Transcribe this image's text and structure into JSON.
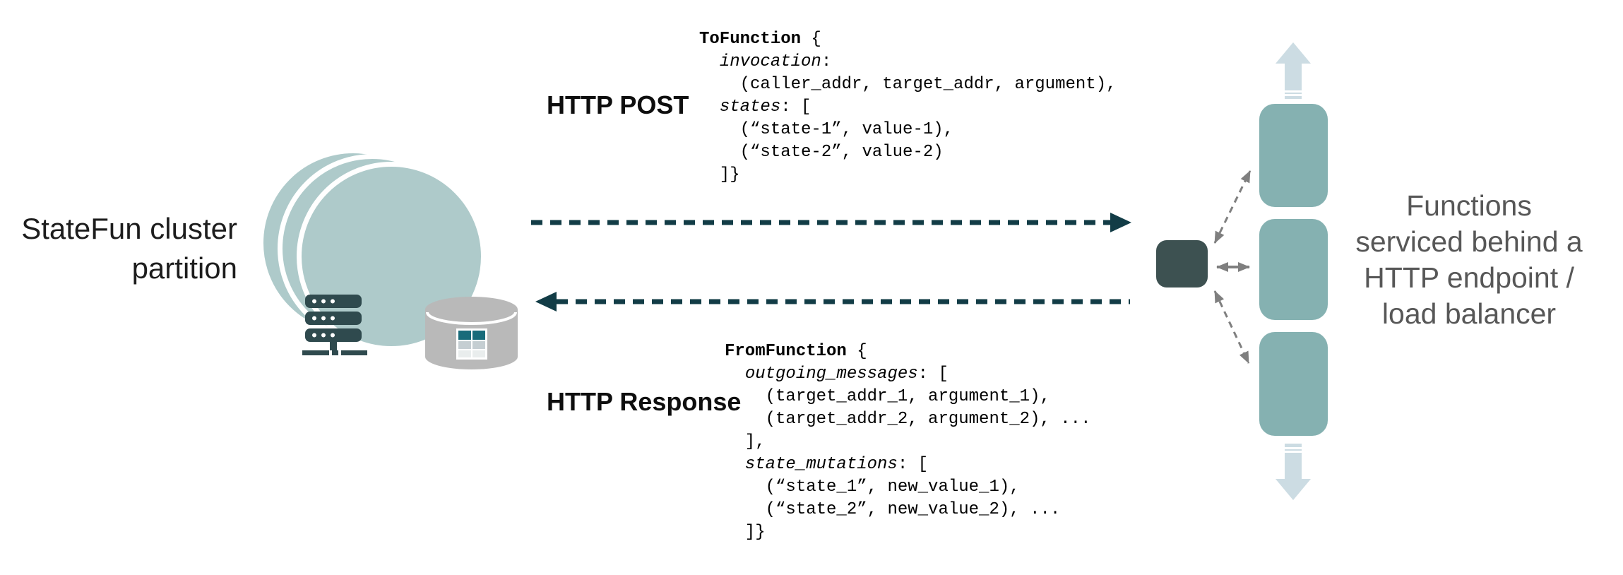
{
  "left_cluster": {
    "label_lines": [
      "StateFun cluster",
      "partition"
    ],
    "icons": [
      "stacked-circles-icon",
      "server-rack-icon",
      "database-cylinder-icon"
    ]
  },
  "http_post": {
    "label": "HTTP POST"
  },
  "http_response": {
    "label": "HTTP Response"
  },
  "to_function_code": {
    "lines": [
      [
        {
          "t": "ToFunction",
          "b": true
        },
        {
          "t": " {"
        }
      ],
      [
        {
          "t": "  "
        },
        {
          "t": "invocation",
          "i": true
        },
        {
          "t": ":"
        }
      ],
      [
        {
          "t": "    (caller_addr, target_addr, argument),"
        }
      ],
      [
        {
          "t": "  "
        },
        {
          "t": "states",
          "i": true
        },
        {
          "t": ": ["
        }
      ],
      [
        {
          "t": "    (“state-1”, value-1),"
        }
      ],
      [
        {
          "t": "    (“state-2”, value-2)"
        }
      ],
      [
        {
          "t": "  ]}"
        }
      ]
    ]
  },
  "from_function_code": {
    "lines": [
      [
        {
          "t": "FromFunction",
          "b": true
        },
        {
          "t": " {"
        }
      ],
      [
        {
          "t": "  "
        },
        {
          "t": "outgoing_messages",
          "i": true
        },
        {
          "t": ": ["
        }
      ],
      [
        {
          "t": "    (target_addr_1, argument_1),"
        }
      ],
      [
        {
          "t": "    (target_addr_2, argument_2), ..."
        }
      ],
      [
        {
          "t": "  ],"
        }
      ],
      [
        {
          "t": "  "
        },
        {
          "t": "state_mutations",
          "i": true
        },
        {
          "t": ": ["
        }
      ],
      [
        {
          "t": "    (“state_1”, new_value_1),"
        }
      ],
      [
        {
          "t": "    (“state_2”, new_value_2), ..."
        }
      ],
      [
        {
          "t": "  ]}"
        }
      ]
    ]
  },
  "functions_label": {
    "lines": [
      "Functions",
      "serviced behind a",
      "HTTP endpoint /",
      "load balancer"
    ],
    "icons": [
      "load-balancer-node",
      "function-box",
      "flow-up-arrow-icon",
      "flow-down-arrow-icon"
    ]
  },
  "colors": {
    "circle_fill": "#aecaca",
    "function_box": "#85b1b1",
    "load_balancer": "#3d5151",
    "server_icon": "#2f4a4e",
    "database_gray": "#b9b9b9",
    "table_header_teal": "#186b7a",
    "table_row_mid": "#c5ced2",
    "table_row_light": "#e9eded",
    "http_arrow": "#123c46",
    "connector_gray": "#7f7f7f",
    "flow_arrow_light": "#ccdce3"
  }
}
